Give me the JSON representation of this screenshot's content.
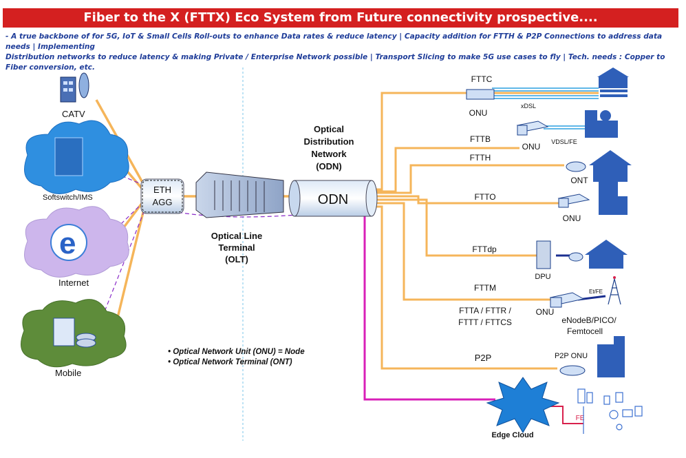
{
  "header": {
    "title": "Fiber to the  X  (FTTX) Eco System from Future connectivity prospective....",
    "subtitle_line1": "- A true backbone of for 5G, IoT & Small Cells Roll-outs to enhance Data rates & reduce latency | Capacity addition for FTTH & P2P Connections to address data needs | Implementing",
    "subtitle_line2": "Distribution networks to reduce latency & making Private / Enterprise Network possible | Transport Slicing to make 5G use cases to fly | Tech. needs : Copper to Fiber conversion, etc."
  },
  "sources": {
    "catv": "CATV",
    "softswitch": "Softswitch/IMS",
    "internet": "Internet",
    "mobile": "Mobile"
  },
  "core": {
    "eth_agg_line1": "ETH",
    "eth_agg_line2": "AGG",
    "olt_line1": "Optical Line",
    "olt_line2": "Terminal",
    "olt_line3": "(OLT)",
    "odn_header_line1": "Optical",
    "odn_header_line2": "Distribution",
    "odn_header_line3": "Network",
    "odn_header_line4": "(ODN)",
    "odn_box": "ODN"
  },
  "branches": {
    "fttc": "FTTC",
    "fttc_onu": "ONU",
    "fttc_xdsl": "xDSL",
    "fttb": "FTTB",
    "fttb_onu": "ONU",
    "fttb_vdsl": "VDSL/FE",
    "ftth": "FTTH",
    "ftth_ont": "ONT",
    "ftto": "FTTO",
    "ftto_onu": "ONU",
    "fttdp": "FTTdp",
    "fttdp_dpu": "DPU",
    "fttm": "FTTM",
    "ftta_line1": "FTTA / FTTR /",
    "ftta_line2": "FTTT / FTTCS",
    "fttm_onu": "ONU",
    "fttm_ethfe": "Et/FE",
    "fttm_enodeb_line1": "eNodeB/PICO/",
    "fttm_enodeb_line2": "Femtocell",
    "p2p": "P2P",
    "p2p_onu": "P2P ONU",
    "edge_cloud": "Edge Cloud",
    "fe": "FE"
  },
  "notes": [
    "Optical Network Unit (ONU) = Node",
    "Optical Network Terminal (ONT)"
  ],
  "colors": {
    "title_bg": "#d42020",
    "fiber": "#f5b55a",
    "magenta": "#d81fb8",
    "cloud_blue": "#2f8fe0",
    "cloud_lilac": "#cdb6ec",
    "cloud_green": "#5e8c3a",
    "building": "#2f5fb8",
    "edge_cloud": "#1e7fd6"
  }
}
